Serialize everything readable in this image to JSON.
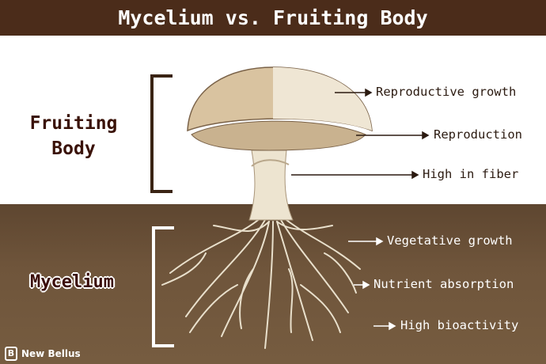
{
  "title": "Mycelium vs. Fruiting Body",
  "fruiting_body": {
    "label_line1": "Fruiting",
    "label_line2": "Body",
    "features": [
      "Reproductive growth",
      "Reproduction",
      "High in fiber"
    ]
  },
  "mycelium": {
    "label": "Mycelium",
    "features": [
      "Vegetative growth",
      "Nutrient absorption",
      "High bioactivity"
    ]
  },
  "logo": {
    "mark": "B",
    "text": "New Bellus"
  },
  "colors": {
    "title_bg": "#4b2c1a",
    "soil": "#6f553b",
    "bracket_top": "#3a2414",
    "bracket_bottom": "#ffffff"
  }
}
